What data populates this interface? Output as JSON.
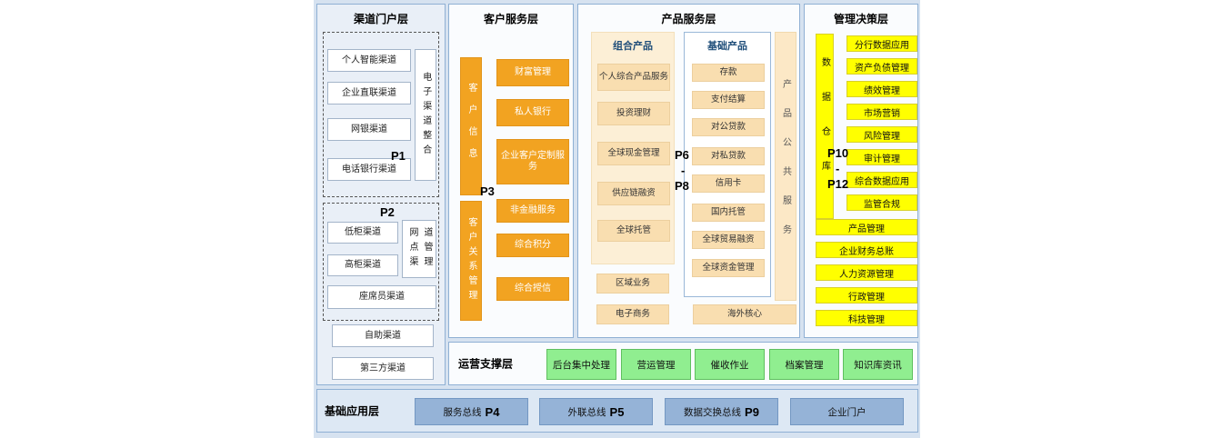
{
  "colors": {
    "diagram_bg": "#d6e2f0",
    "orange": "#f2a321",
    "cream": "#f9deb0",
    "yellow": "#ffff00",
    "green": "#90ee90",
    "blue": "#95b3d7",
    "subheader_blue": "#1f4e79"
  },
  "layers": {
    "channel": {
      "title": "渠道门户层",
      "p1": {
        "label": "P1",
        "items": [
          "个人智能渠道",
          "企业直联渠道",
          "网银渠道",
          "电话银行渠道"
        ],
        "side": "电子渠道整合"
      },
      "p2": {
        "label": "P2",
        "items": [
          "低柜渠道",
          "高柜渠道"
        ],
        "side": "网点渠道管理",
        "bottom": "座席员渠道"
      },
      "extra": [
        "自助渠道",
        "第三方渠道"
      ]
    },
    "customer": {
      "title": "客户服务层",
      "bar1": "客户信息",
      "group1": [
        "财富管理",
        "私人银行",
        "企业客户定制服务"
      ],
      "p_label": "P3",
      "bar2": "客户关系管理",
      "group2": [
        "非金融服务",
        "综合积分",
        "综合授信"
      ]
    },
    "product": {
      "title": "产品服务层",
      "combo": {
        "title": "组合产品",
        "items": [
          "个人综合产品服务",
          "投资理财",
          "全球现金管理",
          "供应链融资",
          "全球托管"
        ]
      },
      "p_label": {
        "top": "P6",
        "mid": "-",
        "bottom": "P8"
      },
      "basic": {
        "title": "基础产品",
        "items": [
          "存款",
          "支付结算",
          "对公贷款",
          "对私贷款",
          "信用卡",
          "国内托管",
          "全球贸易融资",
          "全球资金管理"
        ]
      },
      "public_bar": "产品公共服务",
      "extra": [
        "区域业务",
        "电子商务",
        "海外核心"
      ]
    },
    "management": {
      "title": "管理决策层",
      "bar": "数据仓库",
      "p_label": {
        "top": "P10",
        "mid": "-",
        "bottom": "P12"
      },
      "apps": [
        "分行数据应用",
        "资产负债管理",
        "绩效管理",
        "市场营销",
        "风险管理",
        "审计管理",
        "综合数据应用",
        "监管合规"
      ],
      "wide": [
        "产品管理",
        "企业财务总账",
        "人力资源管理",
        "行政管理",
        "科技管理"
      ]
    },
    "operation": {
      "title": "运营支撑层",
      "items": [
        "后台集中处理",
        "营运管理",
        "催收作业",
        "档案管理",
        "知识库资讯"
      ]
    },
    "base": {
      "title": "基础应用层",
      "items": [
        {
          "label": "服务总线",
          "p": "P4"
        },
        {
          "label": "外联总线",
          "p": "P5"
        },
        {
          "label": "数据交换总线",
          "p": "P9"
        },
        {
          "label": "企业门户",
          "p": ""
        }
      ]
    }
  }
}
